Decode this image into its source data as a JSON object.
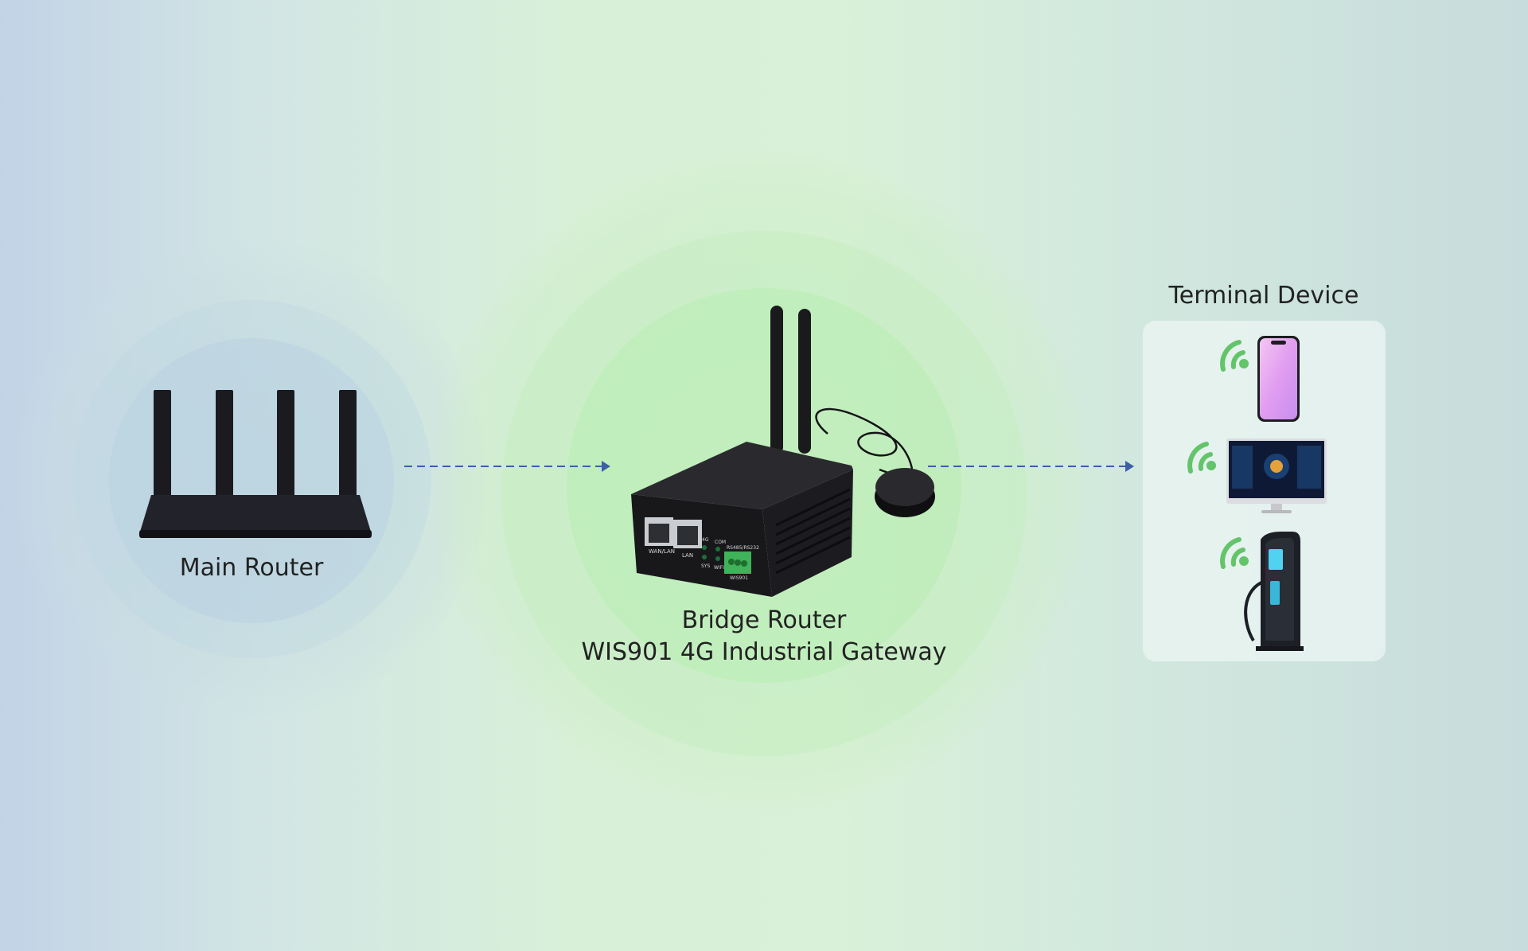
{
  "nodes": {
    "main_router": {
      "label": "Main Router"
    },
    "bridge_router": {
      "title": "Bridge Router",
      "subtitle": "WIS901 4G Industrial Gateway"
    },
    "terminal": {
      "title": "Terminal Device"
    }
  },
  "device_panel": {
    "port_labels": [
      "WAN/LAN",
      "LAN"
    ],
    "led_labels": [
      "4G",
      "COM",
      "SYS",
      "WIFI"
    ],
    "serial_label": "RS485/RS232",
    "model_label": "WIS901"
  },
  "colors": {
    "arrow": "#3f5ea8",
    "wifi": "#63c46a",
    "glow": "#bfeabd"
  },
  "icons": [
    "wifi-icon",
    "smartphone-icon",
    "monitor-icon",
    "ev-charger-icon"
  ]
}
